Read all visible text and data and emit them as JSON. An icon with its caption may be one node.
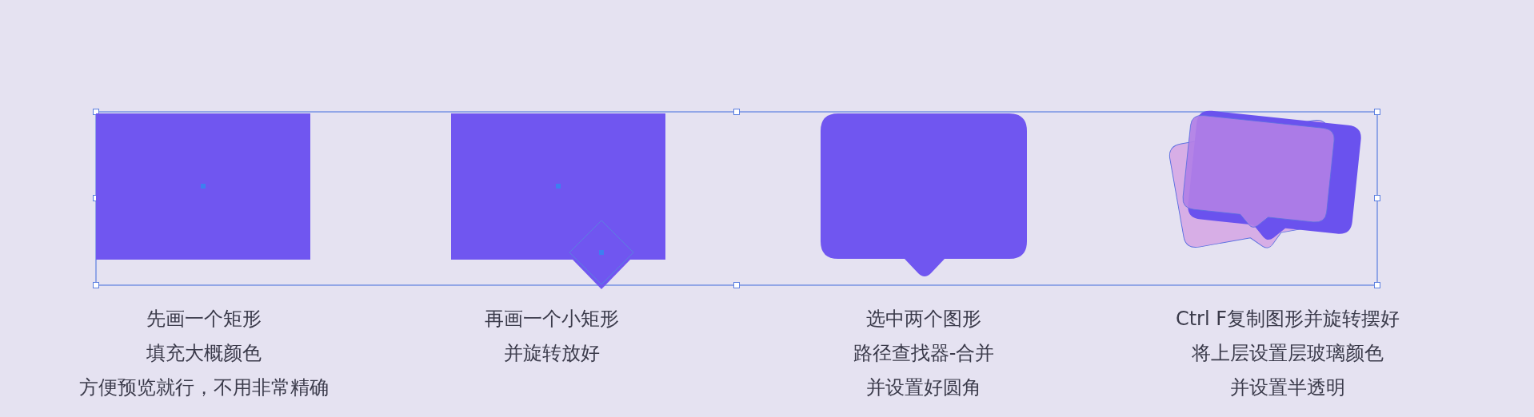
{
  "diagram": {
    "nodes": [
      {
        "text": [],
        "shape": "box",
        "beside": [
          "先画一个矩形",
          "填充大概颜色",
          "方便预览就行，不用非常精确"
        ]
      },
      {
        "text": [],
        "shape": "box",
        "beside": [
          "再画一个小矩形",
          "并旋转放好"
        ]
      },
      {
        "text": [],
        "shape": "bubble",
        "beside": [
          "选中两个图形",
          "路径查找器-合并",
          "并设置好圆角"
        ]
      },
      {
        "text": [],
        "shape": "bubble",
        "beside": [
          "Ctrl F复制图形并旋转摆好",
          "将上层设置层玻璃颜色",
          "并设置半透明"
        ]
      }
    ]
  }
}
